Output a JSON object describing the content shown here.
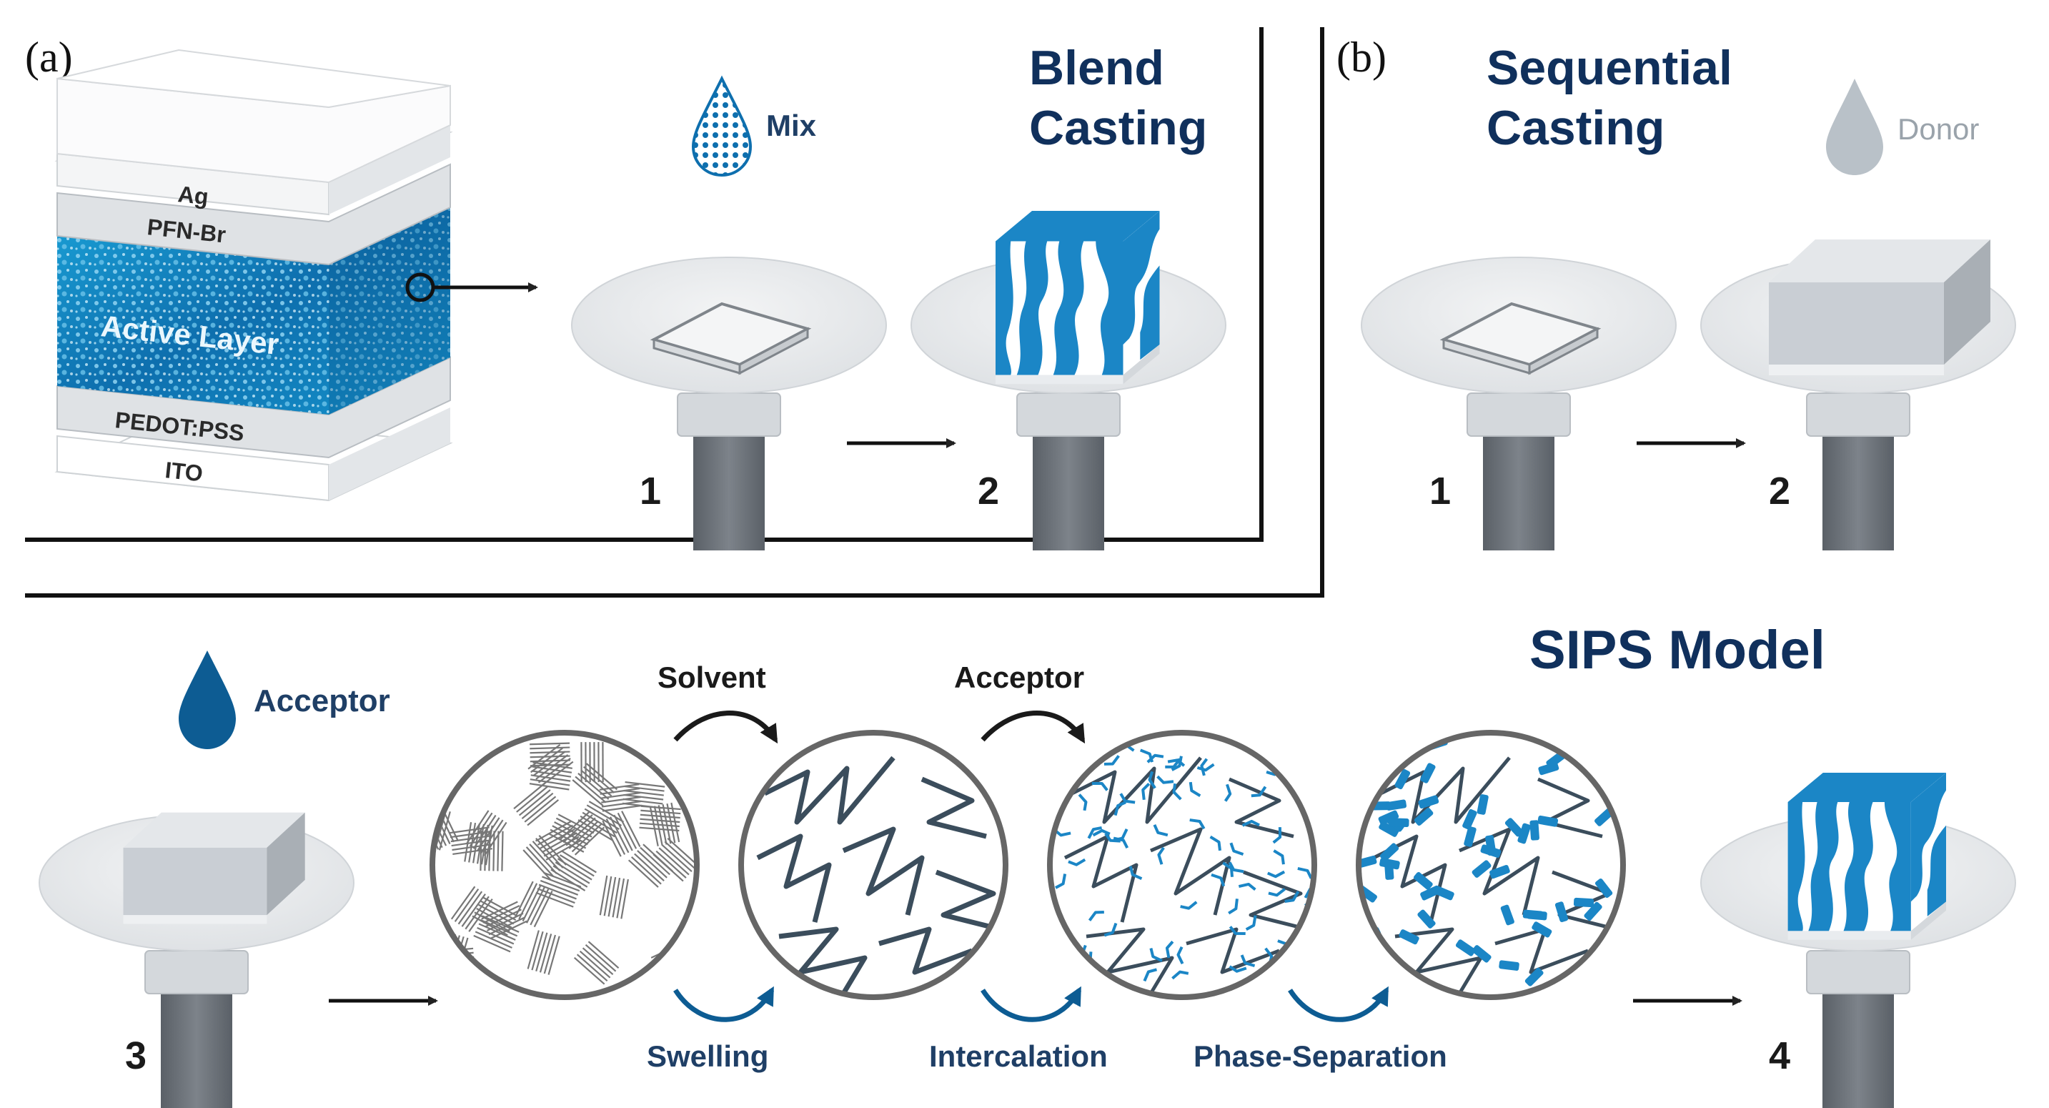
{
  "panel_a": {
    "label": "(a)",
    "title_line1": "Blend",
    "title_line2": "Casting",
    "drop_label": "Mix",
    "device_layers": [
      "Ag",
      "PFN-Br",
      "Active Layer",
      "PEDOT:PSS",
      "ITO"
    ],
    "step_numbers": [
      "1",
      "2"
    ]
  },
  "panel_b": {
    "label": "(b)",
    "title_line1": "Sequential",
    "title_line2": "Casting",
    "drop_label": "Donor",
    "step_numbers": [
      "1",
      "2"
    ]
  },
  "sips": {
    "title": "SIPS Model",
    "drop_label": "Acceptor",
    "top_labels": [
      "Solvent",
      "Acceptor"
    ],
    "bottom_labels": [
      "Swelling",
      "Intercalation",
      "Phase-Separation"
    ],
    "step_numbers": [
      "3",
      "4"
    ]
  },
  "colors": {
    "title": "#10305c",
    "accent_blue": "#1b86c6",
    "dark_blue": "#0d5c93",
    "pedestal": "#6b7178",
    "plate": "#e6e8ea",
    "film_grey": "#c9ced4"
  }
}
